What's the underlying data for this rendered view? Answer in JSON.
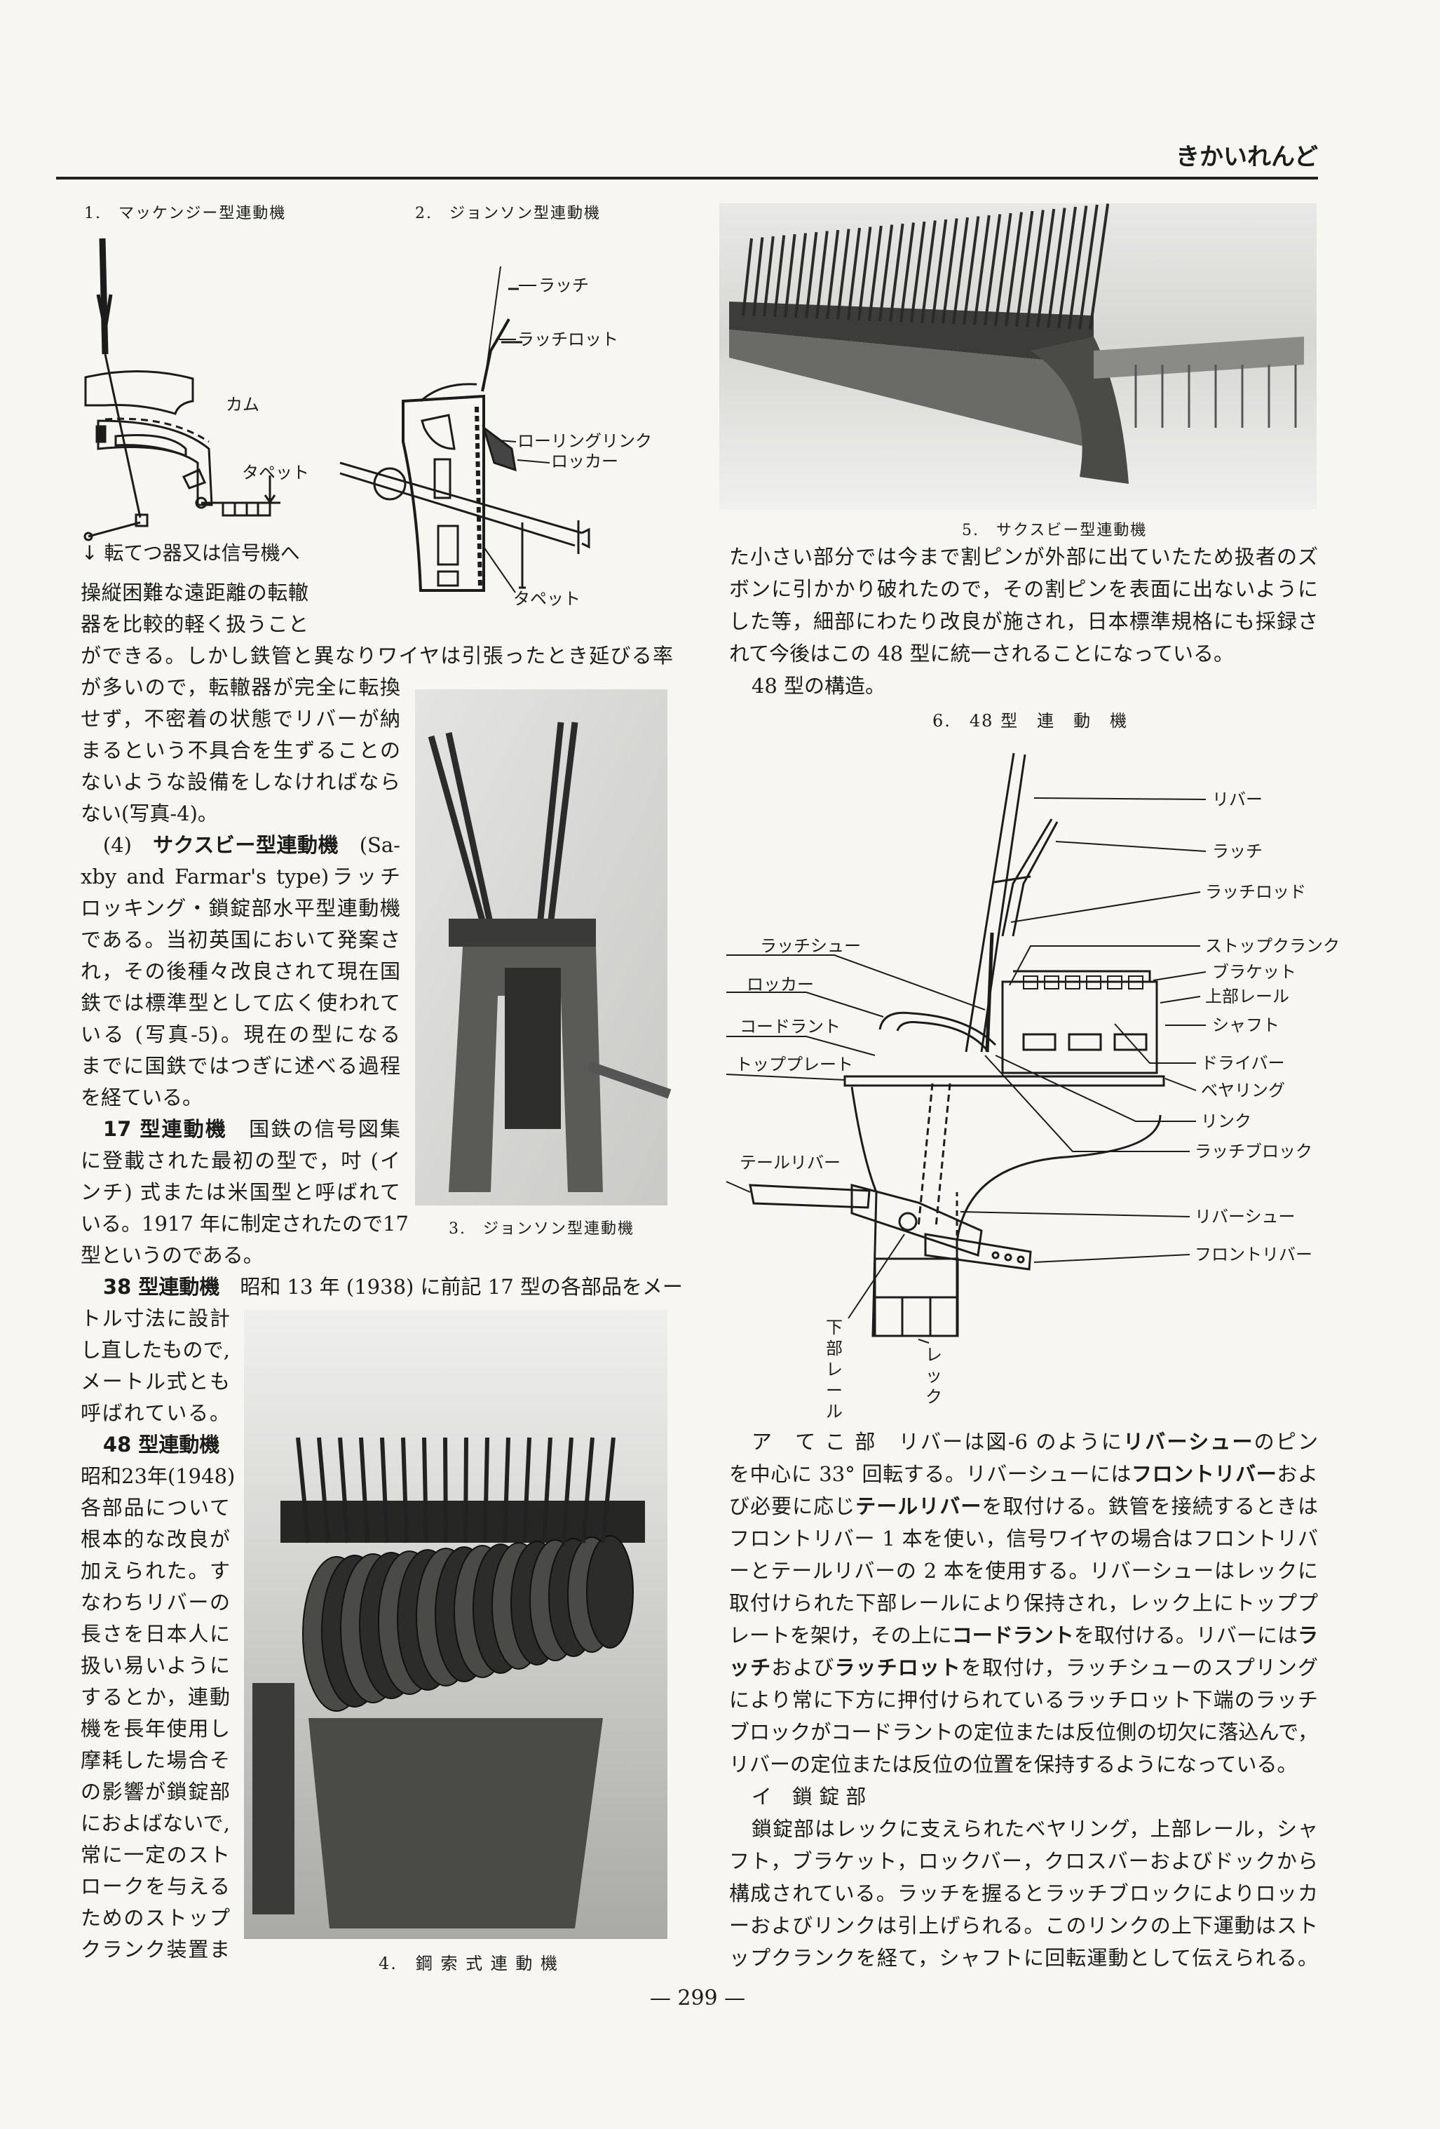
{
  "header": {
    "running_title": "きかいれんど",
    "page_number": "— 299 —"
  },
  "figures": {
    "fig1": {
      "caption": "1.　マッケンジー型連動機",
      "labels": {
        "cam": "カム",
        "tappet": "タペット",
        "to_switch": "↓ 転てつ器又は信号機へ"
      }
    },
    "fig2": {
      "caption": "2.　ジョンソン型連動機",
      "labels": {
        "latch": "ラッチ",
        "latch_rod": "ラッチロット",
        "rolling_link": "ローリングリンク",
        "rocker": "ロッカー",
        "tappet": "タペット"
      }
    },
    "photo3": {
      "caption": "3.　ジョンソン型連動機"
    },
    "photo4": {
      "caption": "4.　鋼 索 式 連 動 機"
    },
    "photo5": {
      "caption": "5.　サクスビー型連動機"
    },
    "fig6": {
      "caption": "6.　48 型　連　動　機",
      "labels_right": [
        "リバー",
        "ラッチ",
        "ラッチロッド",
        "ストップクランク",
        "ブラケット",
        "上部レール",
        "シャフト",
        "ドライバー",
        "ベヤリング",
        "リンク",
        "ラッチブロック",
        "リバーシュー",
        "フロントリバー"
      ],
      "labels_left": [
        "ラッチシュー",
        "ロッカー",
        "コードラント",
        "トッププレート",
        "テールリバー"
      ],
      "labels_vertical": [
        "下部レール",
        "レック"
      ]
    }
  },
  "left_column": {
    "lines": [
      [
        "操縦困難な遠距離の転轍"
      ],
      [
        "器を比較的軽く扱うこと"
      ],
      [
        "ができる。しかし鉄管と異なりワイヤは引張ったとき延びる率"
      ],
      [
        "が多いので，転轍器が完全に転換"
      ],
      [
        "せず，不密着の状態でリバーが納"
      ],
      [
        "まるという不具合を生ずることの"
      ],
      [
        "ないような設備をしなければなら"
      ],
      [
        "ない(写真-4)。"
      ],
      [
        "(4)　",
        {
          "b": "サクスビー型連動機"
        },
        "　(Sa-"
      ],
      [
        "xby and Farmar's type)ラッチ"
      ],
      [
        "ロッキング・鎖錠部水平型連動機"
      ],
      [
        "である。当初英国において発案さ"
      ],
      [
        "れ，その後種々改良されて現在国"
      ],
      [
        "鉄では標準型として広く使われて"
      ],
      [
        "いる (写真-5)。現在の型になる"
      ],
      [
        "までに国鉄ではつぎに述べる過程"
      ],
      [
        "を経ている。"
      ],
      [
        {
          "b": "17 型連動機"
        },
        "　国鉄の信号図集"
      ],
      [
        "に登載された最初の型で，吋 (イ"
      ],
      [
        "ンチ) 式または米国型と呼ばれて"
      ],
      [
        "いる。1917 年に制定されたので17"
      ],
      [
        "型というのである。"
      ],
      [
        {
          "b": "38 型連動機"
        },
        "　昭和 13 年 (1938) に前記 17 型の各部品をメー"
      ],
      [
        "トル寸法に設計"
      ],
      [
        "し直したもので,"
      ],
      [
        "メートル式とも"
      ],
      [
        "呼ばれている。"
      ],
      [
        {
          "b": "48 型連動機"
        }
      ],
      [
        "昭和23年(1948)"
      ],
      [
        "各部品について"
      ],
      [
        "根本的な改良が"
      ],
      [
        "加えられた。す"
      ],
      [
        "なわちリバーの"
      ],
      [
        "長さを日本人に"
      ],
      [
        "扱い易いように"
      ],
      [
        "するとか，連動"
      ],
      [
        "機を長年使用し"
      ],
      [
        "摩耗した場合そ"
      ],
      [
        "の影響が鎖錠部"
      ],
      [
        "におよばないで,"
      ],
      [
        "常に一定のスト"
      ],
      [
        "ロークを与える"
      ],
      [
        "ためのストップ"
      ],
      [
        "クランク装置ま"
      ]
    ]
  },
  "right_column": {
    "para_a": [
      [
        "た小さい部分では今まで割ピンが外部に出ていたため扱者のズ"
      ],
      [
        "ボンに引かかり破れたので，その割ピンを表面に出ないように"
      ],
      [
        "した等，細部にわたり改良が施され，日本標準規格にも採録さ"
      ],
      [
        "れて今後はこの 48 型に統一されることになっている。"
      ],
      [
        "48 型の構造。"
      ]
    ],
    "para_b": [
      [
        "ア　て こ 部　リバーは図-6 のように",
        {
          "b": "リバーシュー"
        },
        "のピン"
      ],
      [
        "を中心に 33° 回転する。リバーシューには",
        {
          "b": "フロントリバー"
        },
        "およ"
      ],
      [
        "び必要に応じ",
        {
          "b": "テールリバー"
        },
        "を取付ける。鉄管を接続するときは"
      ],
      [
        "フロントリバー 1 本を使い，信号ワイヤの場合はフロントリバ"
      ],
      [
        "ーとテールリバーの 2 本を使用する。リバーシューはレックに"
      ],
      [
        "取付けられた下部レールにより保持され，レック上にトッププ"
      ],
      [
        "レートを架け，その上に",
        {
          "b": "コードラント"
        },
        "を取付ける。リバーには",
        {
          "b": "ラ"
        }
      ],
      [
        {
          "b": "ッチ"
        },
        "および",
        {
          "b": "ラッチロット"
        },
        "を取付け，ラッチシューのスプリング"
      ],
      [
        "により常に下方に押付けられているラッチロット下端のラッチ"
      ],
      [
        "ブロックがコードラントの定位または反位側の切欠に落込んで，"
      ],
      [
        "リバーの定位または反位の位置を保持するようになっている。"
      ],
      [
        "イ　鎖 錠 部"
      ],
      [
        "鎖錠部はレックに支えられたベヤリング，上部レール，シャ"
      ],
      [
        "フト，ブラケット，ロックバー，クロスバーおよびドックから"
      ],
      [
        "構成されている。ラッチを握るとラッチブロックによりロッカ"
      ],
      [
        "ーおよびリンクは引上げられる。このリンクの上下運動はスト"
      ],
      [
        "ップクランクを経て，シャフトに回転運動として伝えられる。"
      ]
    ]
  },
  "colors": {
    "paper": "#f7f6f1",
    "ink": "#1c1c1c"
  }
}
